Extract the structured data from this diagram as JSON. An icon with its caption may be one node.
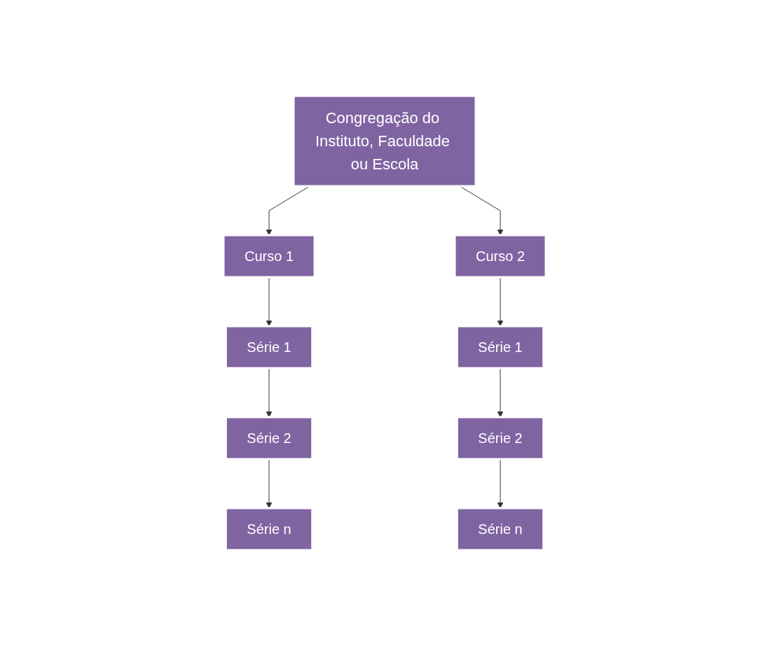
{
  "diagram": {
    "nodes": [
      {
        "text": [
          "Congregação do Instituto, Faculdade ou Escola"
        ]
      },
      {
        "text": [
          "Curso 1"
        ]
      },
      {
        "text": [
          "Curso 2"
        ]
      },
      {
        "text": [
          "Série 1"
        ]
      },
      {
        "text": [
          "Série 1"
        ]
      },
      {
        "text": [
          "Série 2"
        ]
      },
      {
        "text": [
          "Série 2"
        ]
      },
      {
        "text": [
          "Série n"
        ]
      },
      {
        "text": [
          "Série n"
        ]
      }
    ],
    "edges": [
      {
        "from": 0,
        "to": 1,
        "arrow": "to"
      },
      {
        "from": 0,
        "to": 2,
        "arrow": "to"
      },
      {
        "from": 1,
        "to": 3,
        "arrow": "to"
      },
      {
        "from": 3,
        "to": 5,
        "arrow": "to"
      },
      {
        "from": 5,
        "to": 7,
        "arrow": "to"
      },
      {
        "from": 2,
        "to": 4,
        "arrow": "to"
      },
      {
        "from": 4,
        "to": 6,
        "arrow": "to"
      },
      {
        "from": 6,
        "to": 8,
        "arrow": "to"
      }
    ]
  }
}
